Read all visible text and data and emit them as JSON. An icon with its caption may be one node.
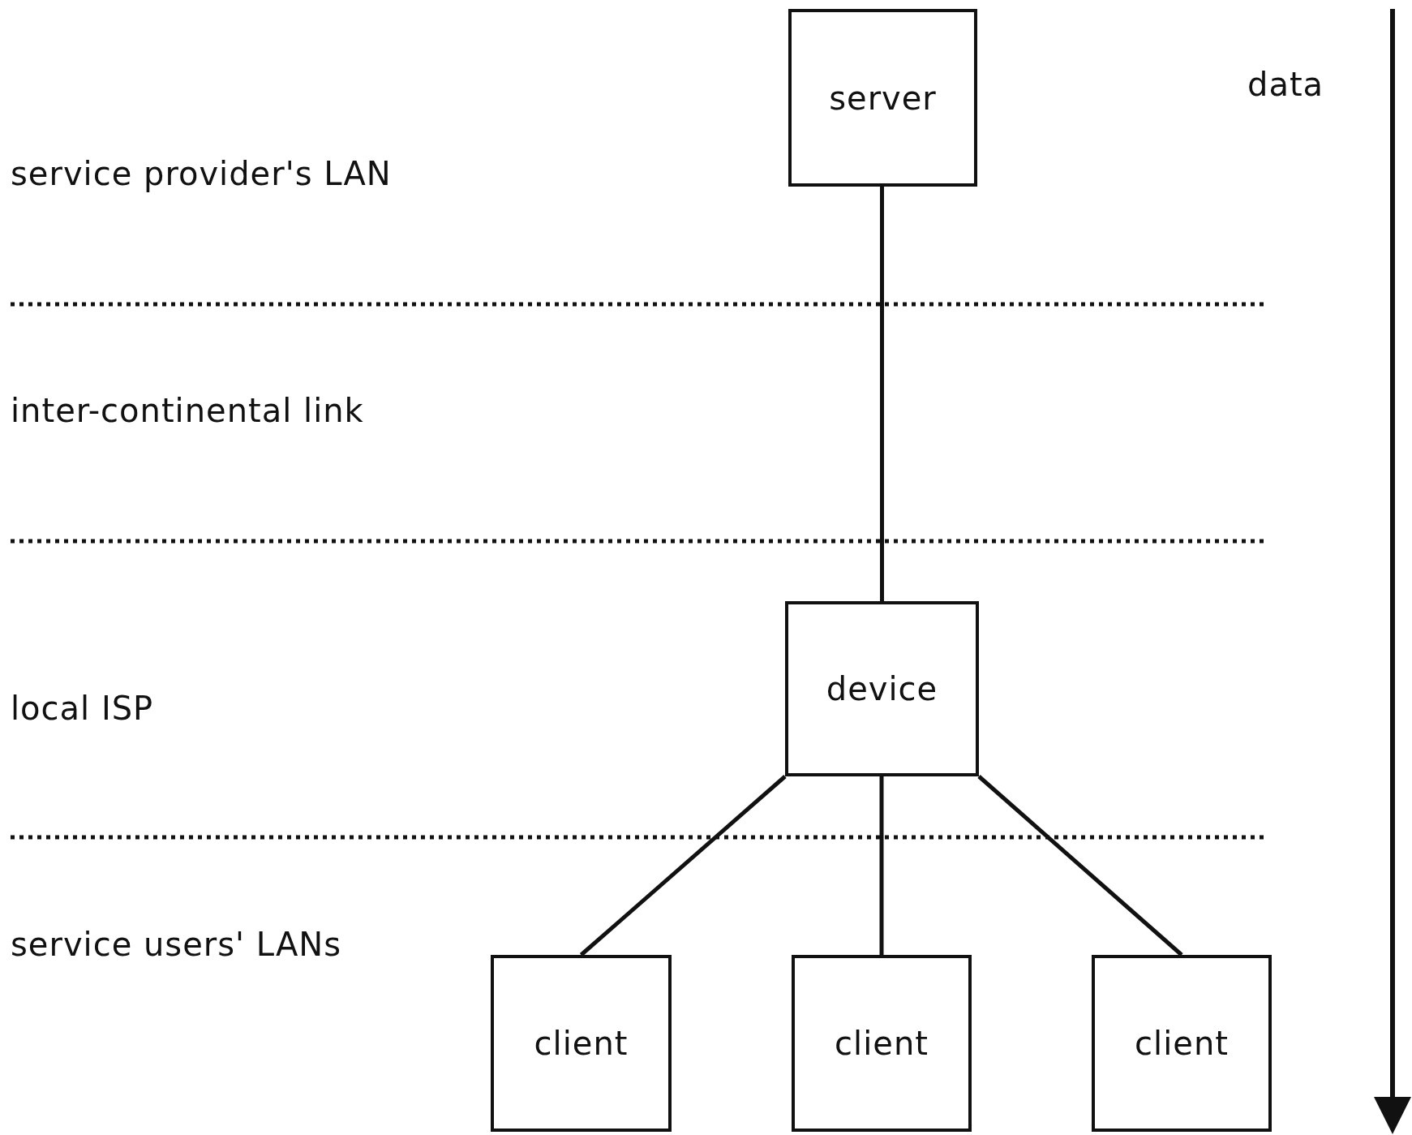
{
  "diagram": {
    "nodes": [
      {
        "text": [
          "server"
        ]
      },
      {
        "text": [
          "device"
        ]
      },
      {
        "text": [
          "client"
        ]
      },
      {
        "text": [
          "client"
        ]
      },
      {
        "text": [
          "client"
        ]
      }
    ],
    "edges": [
      {
        "from": 0,
        "to": 1,
        "arrow": "none"
      },
      {
        "from": 1,
        "to": 2,
        "arrow": "none"
      },
      {
        "from": 1,
        "to": 3,
        "arrow": "none"
      },
      {
        "from": 1,
        "to": 4,
        "arrow": "none"
      }
    ],
    "labels": [
      "data",
      "service provider's LAN",
      "inter-continental link",
      "local ISP",
      "service users' LANs"
    ]
  }
}
